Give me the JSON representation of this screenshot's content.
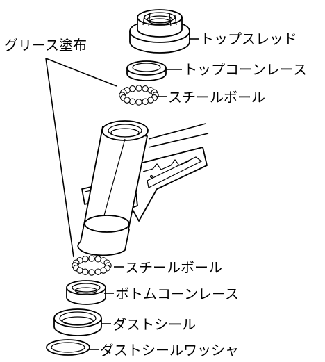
{
  "labels": {
    "grease": "グリース塗布",
    "top_thread": "トップスレッド",
    "top_cone_race": "トップコーンレース",
    "steel_ball_top": "スチールボール",
    "steel_ball_bottom": "スチールボール",
    "bottom_cone_race": "ボトムコーンレース",
    "dust_seal": "ダストシール",
    "dust_seal_washer": "ダストシールワッシャ"
  }
}
